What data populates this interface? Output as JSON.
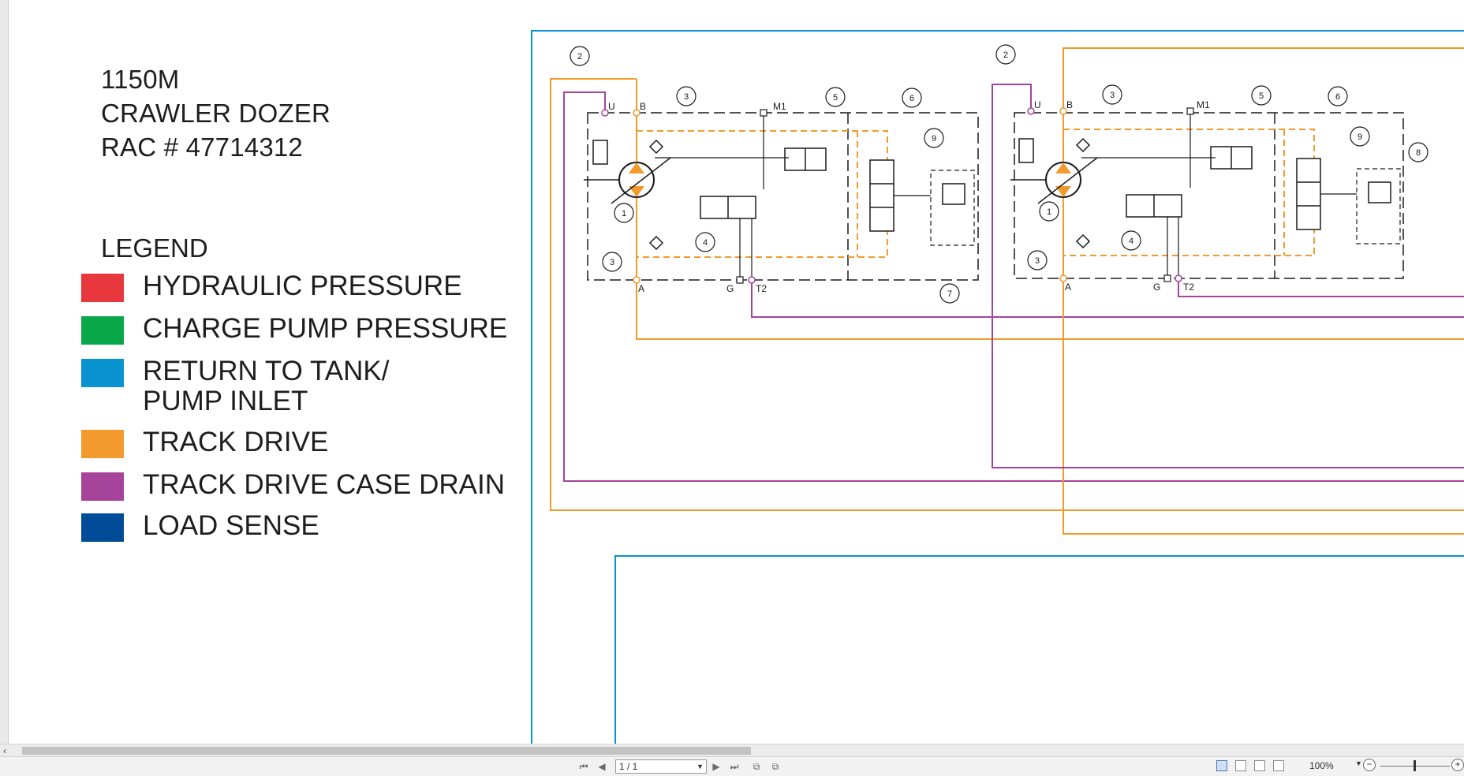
{
  "document": {
    "title_lines": [
      "1150M",
      "CRAWLER DOZER",
      "RAC # 47714312"
    ],
    "legend_title": "LEGEND",
    "legend": [
      {
        "label_lines": [
          "HYDRAULIC PRESSURE"
        ],
        "color": "#e8383d"
      },
      {
        "label_lines": [
          "CHARGE PUMP PRESSURE"
        ],
        "color": "#08a84a"
      },
      {
        "label_lines": [
          "RETURN TO TANK/",
          "PUMP INLET"
        ],
        "color": "#0a93d1"
      },
      {
        "label_lines": [
          "TRACK DRIVE"
        ],
        "color": "#f39a2d"
      },
      {
        "label_lines": [
          "TRACK DRIVE CASE DRAIN"
        ],
        "color": "#a5449a"
      },
      {
        "label_lines": [
          "LOAD SENSE"
        ],
        "color": "#004b97"
      }
    ]
  },
  "schematic": {
    "colors": {
      "track_drive": "#f39a2d",
      "case_drain": "#a5449a",
      "return_to_tank": "#0a93d1",
      "black": "#1a1a1a"
    },
    "callouts": [
      "1",
      "2",
      "3",
      "4",
      "5",
      "6",
      "7",
      "8",
      "9"
    ],
    "port_labels": {
      "u": "U",
      "b": "B",
      "a": "A",
      "m1": "M1",
      "g": "G",
      "t2": "T2"
    }
  },
  "viewer": {
    "page_indicator": "1 / 1",
    "zoom": "100%"
  }
}
